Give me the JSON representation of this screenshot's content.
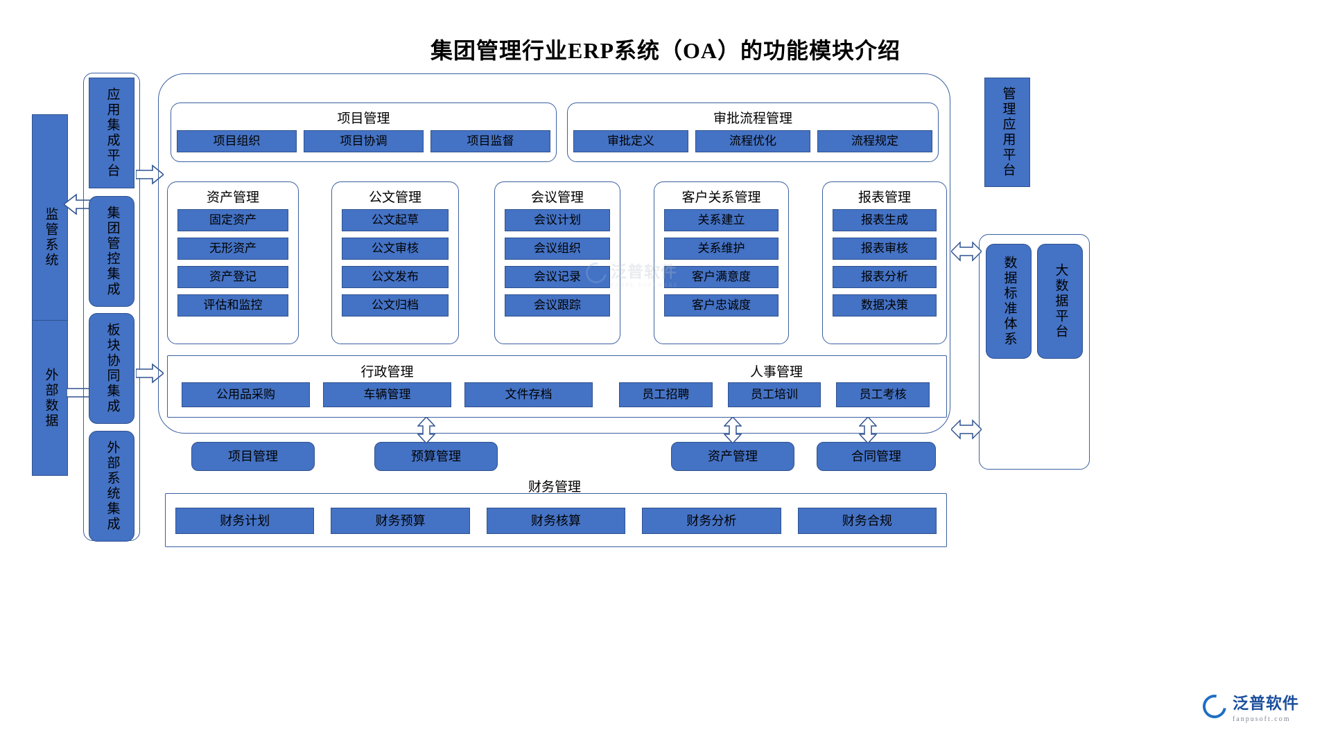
{
  "title": "集团管理行业ERP系统（OA）的功能模块介绍",
  "left_rail": {
    "outside_boxes": [
      {
        "label": "监管系统"
      },
      {
        "label": "外部数据"
      }
    ],
    "integration_items": [
      {
        "label": "应用集成平台"
      },
      {
        "label": "集团管控集成"
      },
      {
        "label": "板块协同集成"
      },
      {
        "label": "外部系统集成"
      }
    ]
  },
  "right_rail": {
    "top_box": {
      "label": "管理应用平台"
    },
    "bottom_boxes": [
      {
        "label": "数据标准体系"
      },
      {
        "label": "大数据平台"
      }
    ]
  },
  "top_groups": [
    {
      "title": "项目管理",
      "items": [
        "项目组织",
        "项目协调",
        "项目监督"
      ]
    },
    {
      "title": "审批流程管理",
      "items": [
        "审批定义",
        "流程优化",
        "流程规定"
      ]
    }
  ],
  "module_columns": [
    {
      "title": "资产管理",
      "items": [
        "固定资产",
        "无形资产",
        "资产登记",
        "评估和监控"
      ]
    },
    {
      "title": "公文管理",
      "items": [
        "公文起草",
        "公文审核",
        "公文发布",
        "公文归档"
      ]
    },
    {
      "title": "会议管理",
      "items": [
        "会议计划",
        "会议组织",
        "会议记录",
        "会议跟踪"
      ]
    },
    {
      "title": "客户关系管理",
      "items": [
        "关系建立",
        "关系维护",
        "客户满意度",
        "客户忠诚度"
      ]
    },
    {
      "title": "报表管理",
      "items": [
        "报表生成",
        "报表审核",
        "报表分析",
        "数据决策"
      ]
    }
  ],
  "admin_hr": {
    "admin": {
      "title": "行政管理",
      "items": [
        "公用品采购",
        "车辆管理",
        "文件存档"
      ]
    },
    "hr": {
      "title": "人事管理",
      "items": [
        "员工招聘",
        "员工培训",
        "员工考核"
      ]
    }
  },
  "link_row": [
    {
      "label": "项目管理"
    },
    {
      "label": "预算管理"
    },
    {
      "label": "资产管理"
    },
    {
      "label": "合同管理"
    }
  ],
  "finance": {
    "title": "财务管理",
    "items": [
      "财务计划",
      "财务预算",
      "财务核算",
      "财务分析",
      "财务合规"
    ]
  },
  "watermarks": {
    "center_text": "泛普软件",
    "center_sub": "FANPU SOFTWARE",
    "brand_name": "泛普软件",
    "brand_url": "fanpusoft.com"
  },
  "colors": {
    "box_fill": "#4472C4",
    "box_border": "#2F528F",
    "outline": "#3a5fa0"
  }
}
